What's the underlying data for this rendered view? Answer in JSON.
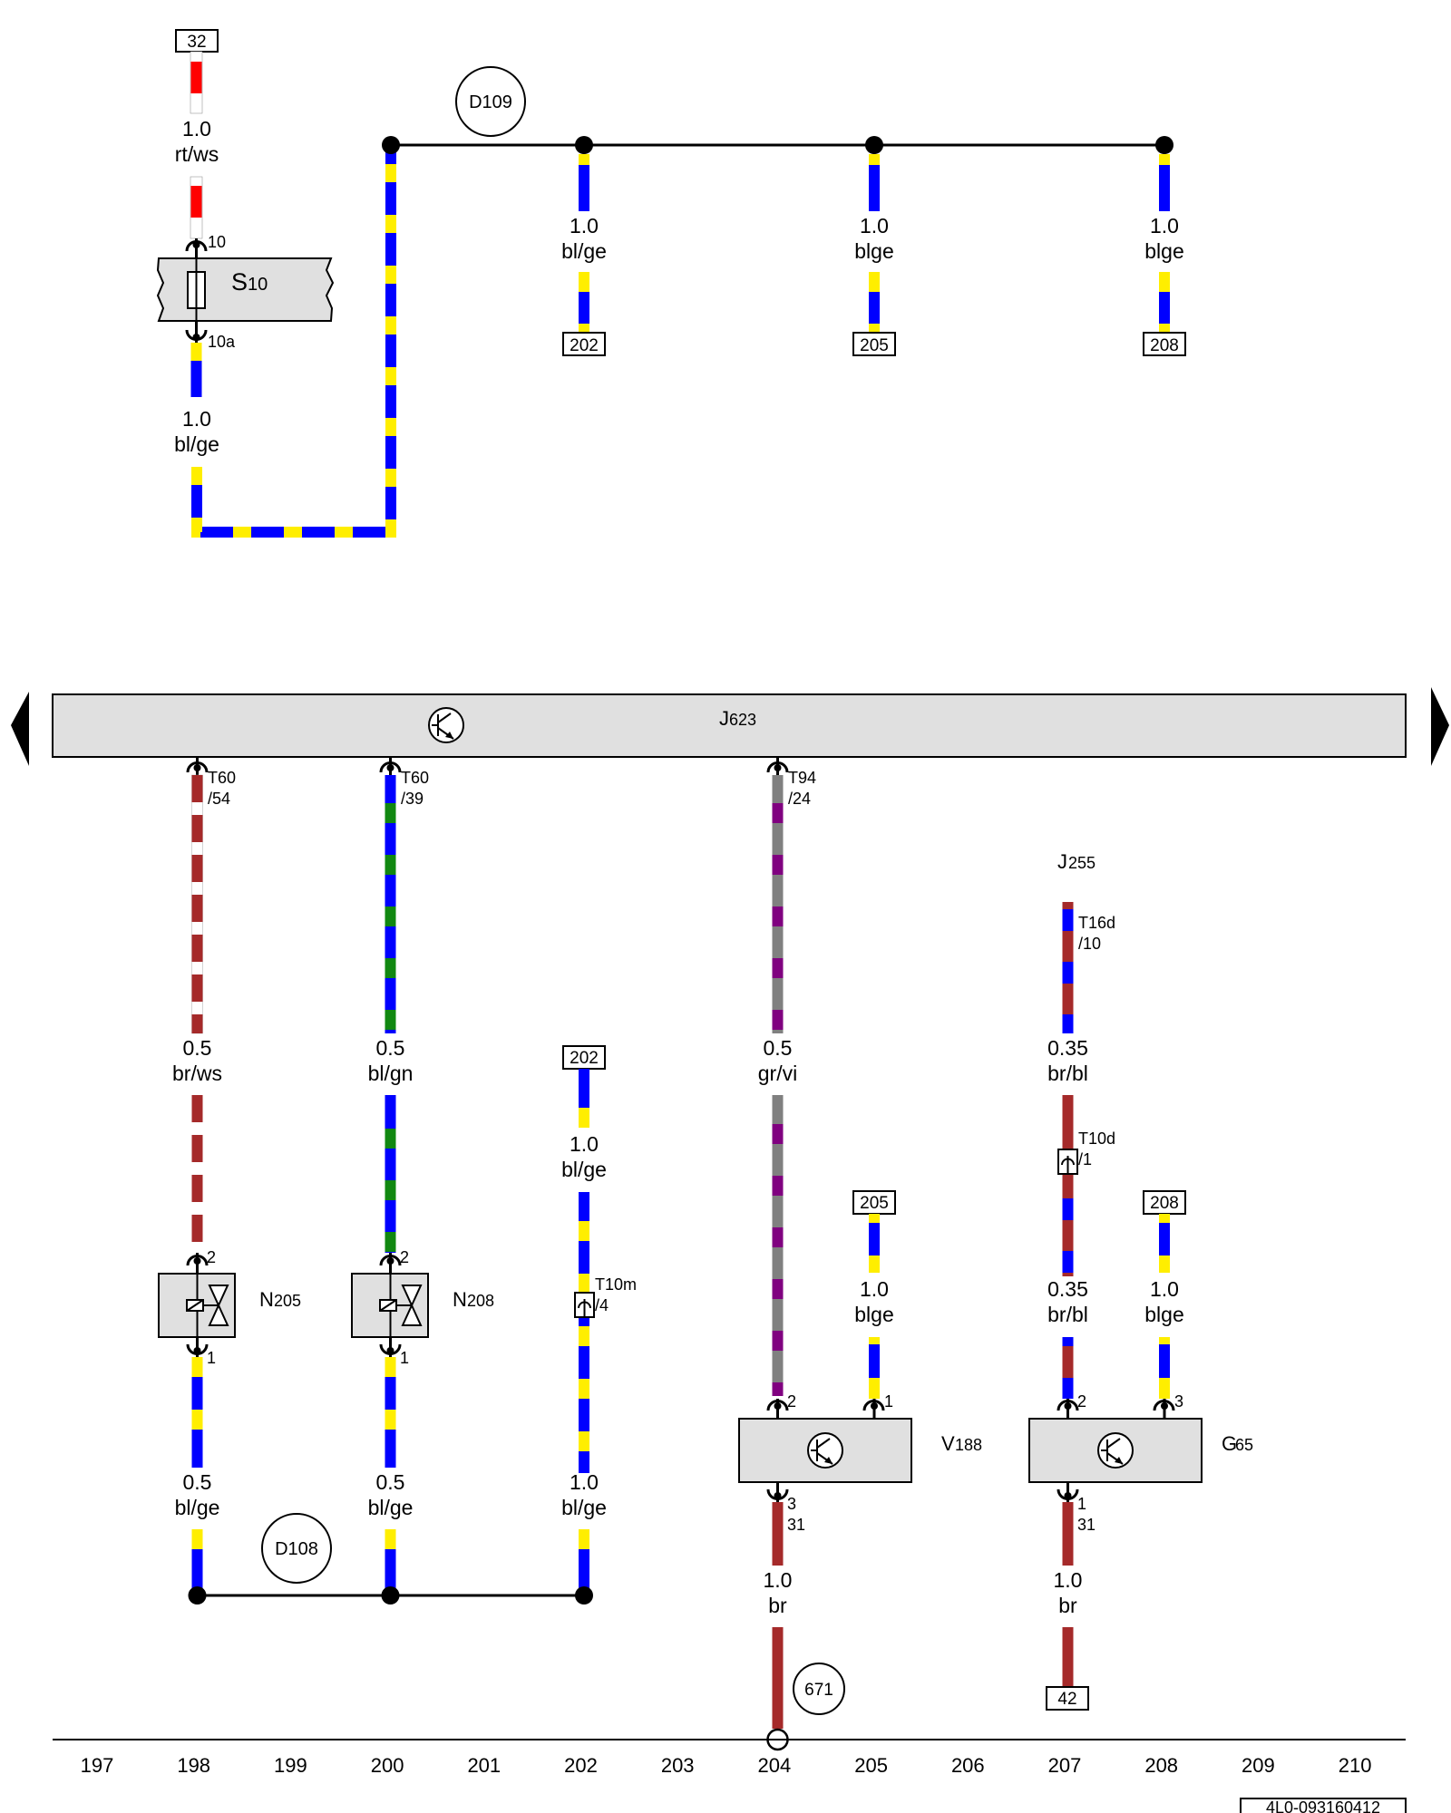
{
  "colors": {
    "rt": "#ff0000",
    "ws": "#ffffff",
    "bl": "#0000ff",
    "ge": "#ffee00",
    "br": "#a52a2a",
    "gn": "#118811",
    "gr": "#808080",
    "vi": "#800080",
    "housing": "#e0e0e0",
    "line": "#000000"
  },
  "junctions": {
    "d109": "D109",
    "d108": "D108",
    "ground_671": "671"
  },
  "refs": {
    "r32": "32",
    "top_202": "202",
    "top_205": "205",
    "top_208": "208",
    "mid_202": "202",
    "mid_205": "205",
    "mid_208": "208",
    "r42": "42"
  },
  "wires": {
    "w_s10_in_size": "1.0",
    "w_s10_in_color": "rt/ws",
    "w_s10_out_size": "1.0",
    "w_s10_out_color": "bl/ge",
    "w_top202_size": "1.0",
    "w_top202_color": "bl/ge",
    "w_top205_size": "1.0",
    "w_top205_color": "blge",
    "w_top208_size": "1.0",
    "w_top208_color": "blge",
    "w_t60_54_size": "0.5",
    "w_t60_54_color": "br/ws",
    "w_t60_39_size": "0.5",
    "w_t60_39_color": "bl/gn",
    "w_mid202_size": "1.0",
    "w_mid202_color": "bl/ge",
    "w_t94_size": "0.5",
    "w_t94_color": "gr/vi",
    "w_t16d_size": "0.35",
    "w_t16d_color": "br/bl",
    "w_mid205_size": "1.0",
    "w_mid205_color": "blge",
    "w_t10d_size": "0.35",
    "w_t10d_color": "br/bl",
    "w_mid208_size": "1.0",
    "w_mid208_color": "blge",
    "w_n205_size": "0.5",
    "w_n205_color": "bl/ge",
    "w_n208_size": "0.5",
    "w_n208_color": "bl/ge",
    "w_t10m_size": "1.0",
    "w_t10m_color": "bl/ge",
    "w_v188_gnd_size": "1.0",
    "w_v188_gnd_color": "br",
    "w_g65_gnd_size": "1.0",
    "w_g65_gnd_color": "br"
  },
  "components": {
    "s10_main": "S",
    "s10_sub": "10",
    "j623_main": "J",
    "j623_sub": "623",
    "j255_main": "J",
    "j255_sub": "255",
    "n205_main": "N",
    "n205_sub": "205",
    "n208_main": "N",
    "n208_sub": "208",
    "v188_main": "V",
    "v188_sub": "188",
    "g65_main": "G",
    "g65_sub": "65"
  },
  "pins": {
    "s10_in": "10",
    "s10_out": "10a",
    "t60_54_a": "T60",
    "t60_54_b": "/54",
    "t60_39_a": "T60",
    "t60_39_b": "/39",
    "t94_a": "T94",
    "t94_b": "/24",
    "t16d_a": "T16d",
    "t16d_b": "/10",
    "t10d_a": "T10d",
    "t10d_b": "/1",
    "t10m_a": "T10m",
    "t10m_b": "/4",
    "n205_top": "2",
    "n205_bot": "1",
    "n208_top": "2",
    "n208_bot": "1",
    "v188_left": "2",
    "v188_right": "1",
    "v188_bot_a": "3",
    "v188_bot_b": "31",
    "g65_left": "2",
    "g65_right": "3",
    "g65_bot_a": "1",
    "g65_bot_b": "31"
  },
  "track_numbers": [
    "197",
    "198",
    "199",
    "200",
    "201",
    "202",
    "203",
    "204",
    "205",
    "206",
    "207",
    "208",
    "209",
    "210"
  ],
  "document_code": "4L0-093160412",
  "icons": {
    "transistor": "transistor-icon",
    "fuse": "fuse-icon",
    "valve": "solenoid-valve-icon",
    "connector": "connector-icon"
  }
}
